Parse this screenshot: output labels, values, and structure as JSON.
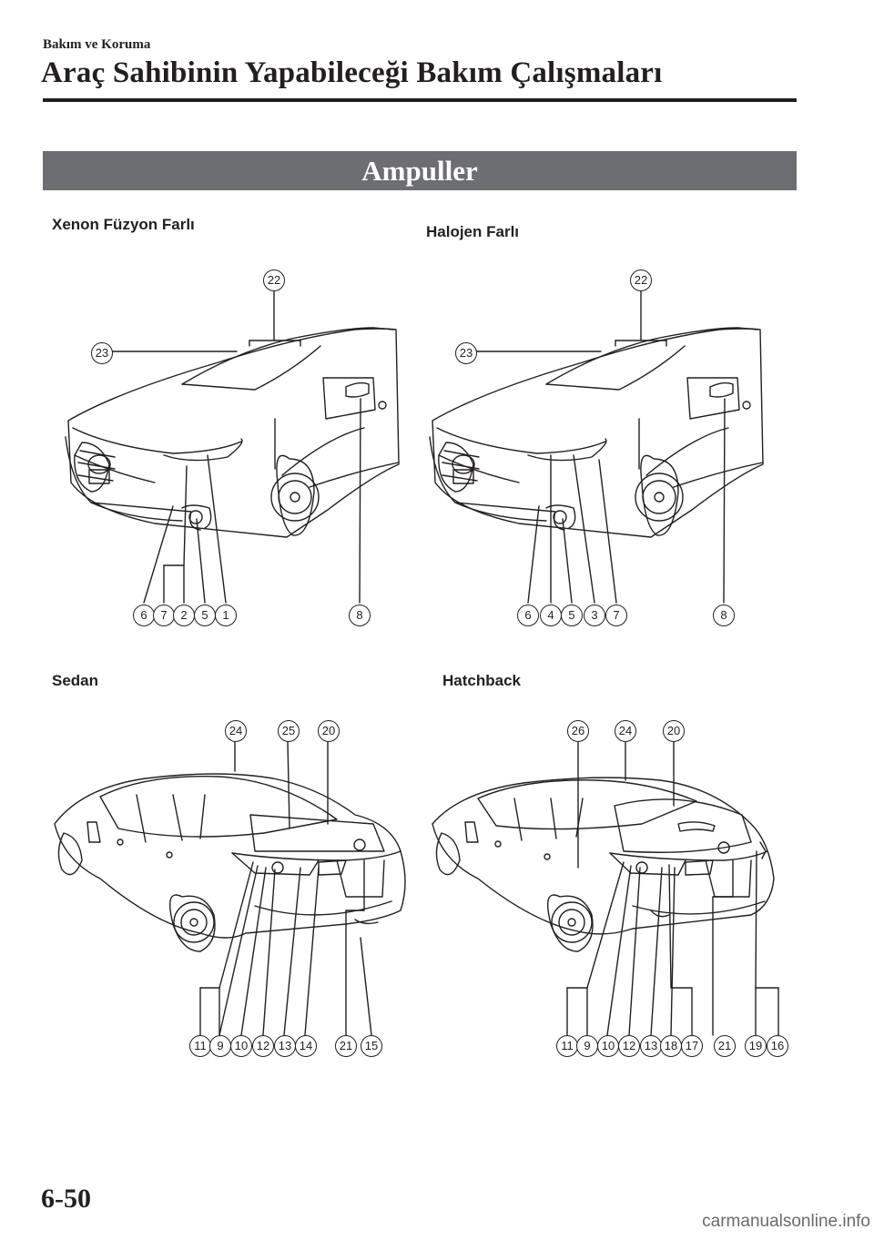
{
  "header": {
    "section": "Bakım ve Koruma",
    "title": "Araç Sahibinin Yapabileceği Bakım Çalışmaları"
  },
  "banner": {
    "title": "Ampuller"
  },
  "figures": {
    "xenon": {
      "label": "Xenon Füzyon Farlı",
      "callouts": [
        "22",
        "23",
        "6",
        "7",
        "2",
        "5",
        "1",
        "8"
      ]
    },
    "halogen": {
      "label": "Halojen Farlı",
      "callouts": [
        "22",
        "23",
        "6",
        "4",
        "5",
        "3",
        "7",
        "8"
      ]
    },
    "sedan": {
      "label": "Sedan",
      "callouts": [
        "24",
        "25",
        "20",
        "11",
        "9",
        "10",
        "12",
        "13",
        "14",
        "21",
        "15"
      ]
    },
    "hatchback": {
      "label": "Hatchback",
      "callouts": [
        "26",
        "24",
        "20",
        "11",
        "9",
        "10",
        "12",
        "13",
        "18",
        "17",
        "21",
        "19",
        "16"
      ]
    }
  },
  "footer": {
    "page_number": "6-50",
    "watermark": "carmanualsonline.info"
  }
}
